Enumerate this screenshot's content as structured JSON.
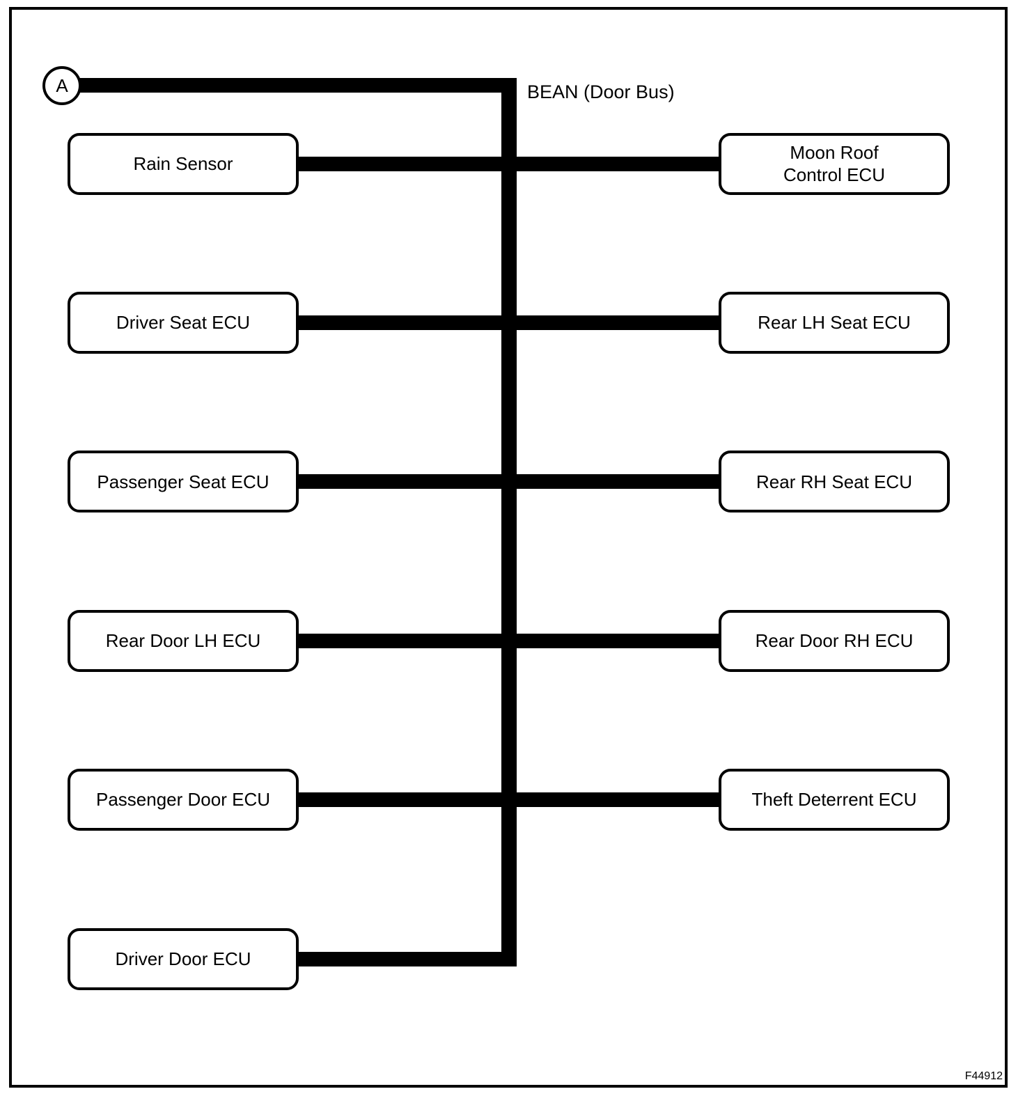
{
  "diagram": {
    "node_a_label": "A",
    "bus_label": "BEAN (Door Bus)",
    "figure_id": "F44912",
    "colors": {
      "line": "#000000",
      "background": "#ffffff"
    },
    "rows": [
      {
        "left": [
          "Rain Sensor"
        ],
        "right": [
          "Moon Roof",
          "Control ECU"
        ]
      },
      {
        "left": [
          "Driver Seat ECU"
        ],
        "right": [
          "Rear LH Seat ECU"
        ]
      },
      {
        "left": [
          "Passenger Seat ECU"
        ],
        "right": [
          "Rear RH Seat ECU"
        ]
      },
      {
        "left": [
          "Rear Door LH ECU"
        ],
        "right": [
          "Rear Door RH ECU"
        ]
      },
      {
        "left": [
          "Passenger Door ECU"
        ],
        "right": [
          "Theft Deterrent ECU"
        ]
      },
      {
        "left": [
          "Driver Door ECU"
        ],
        "right": null
      }
    ]
  }
}
